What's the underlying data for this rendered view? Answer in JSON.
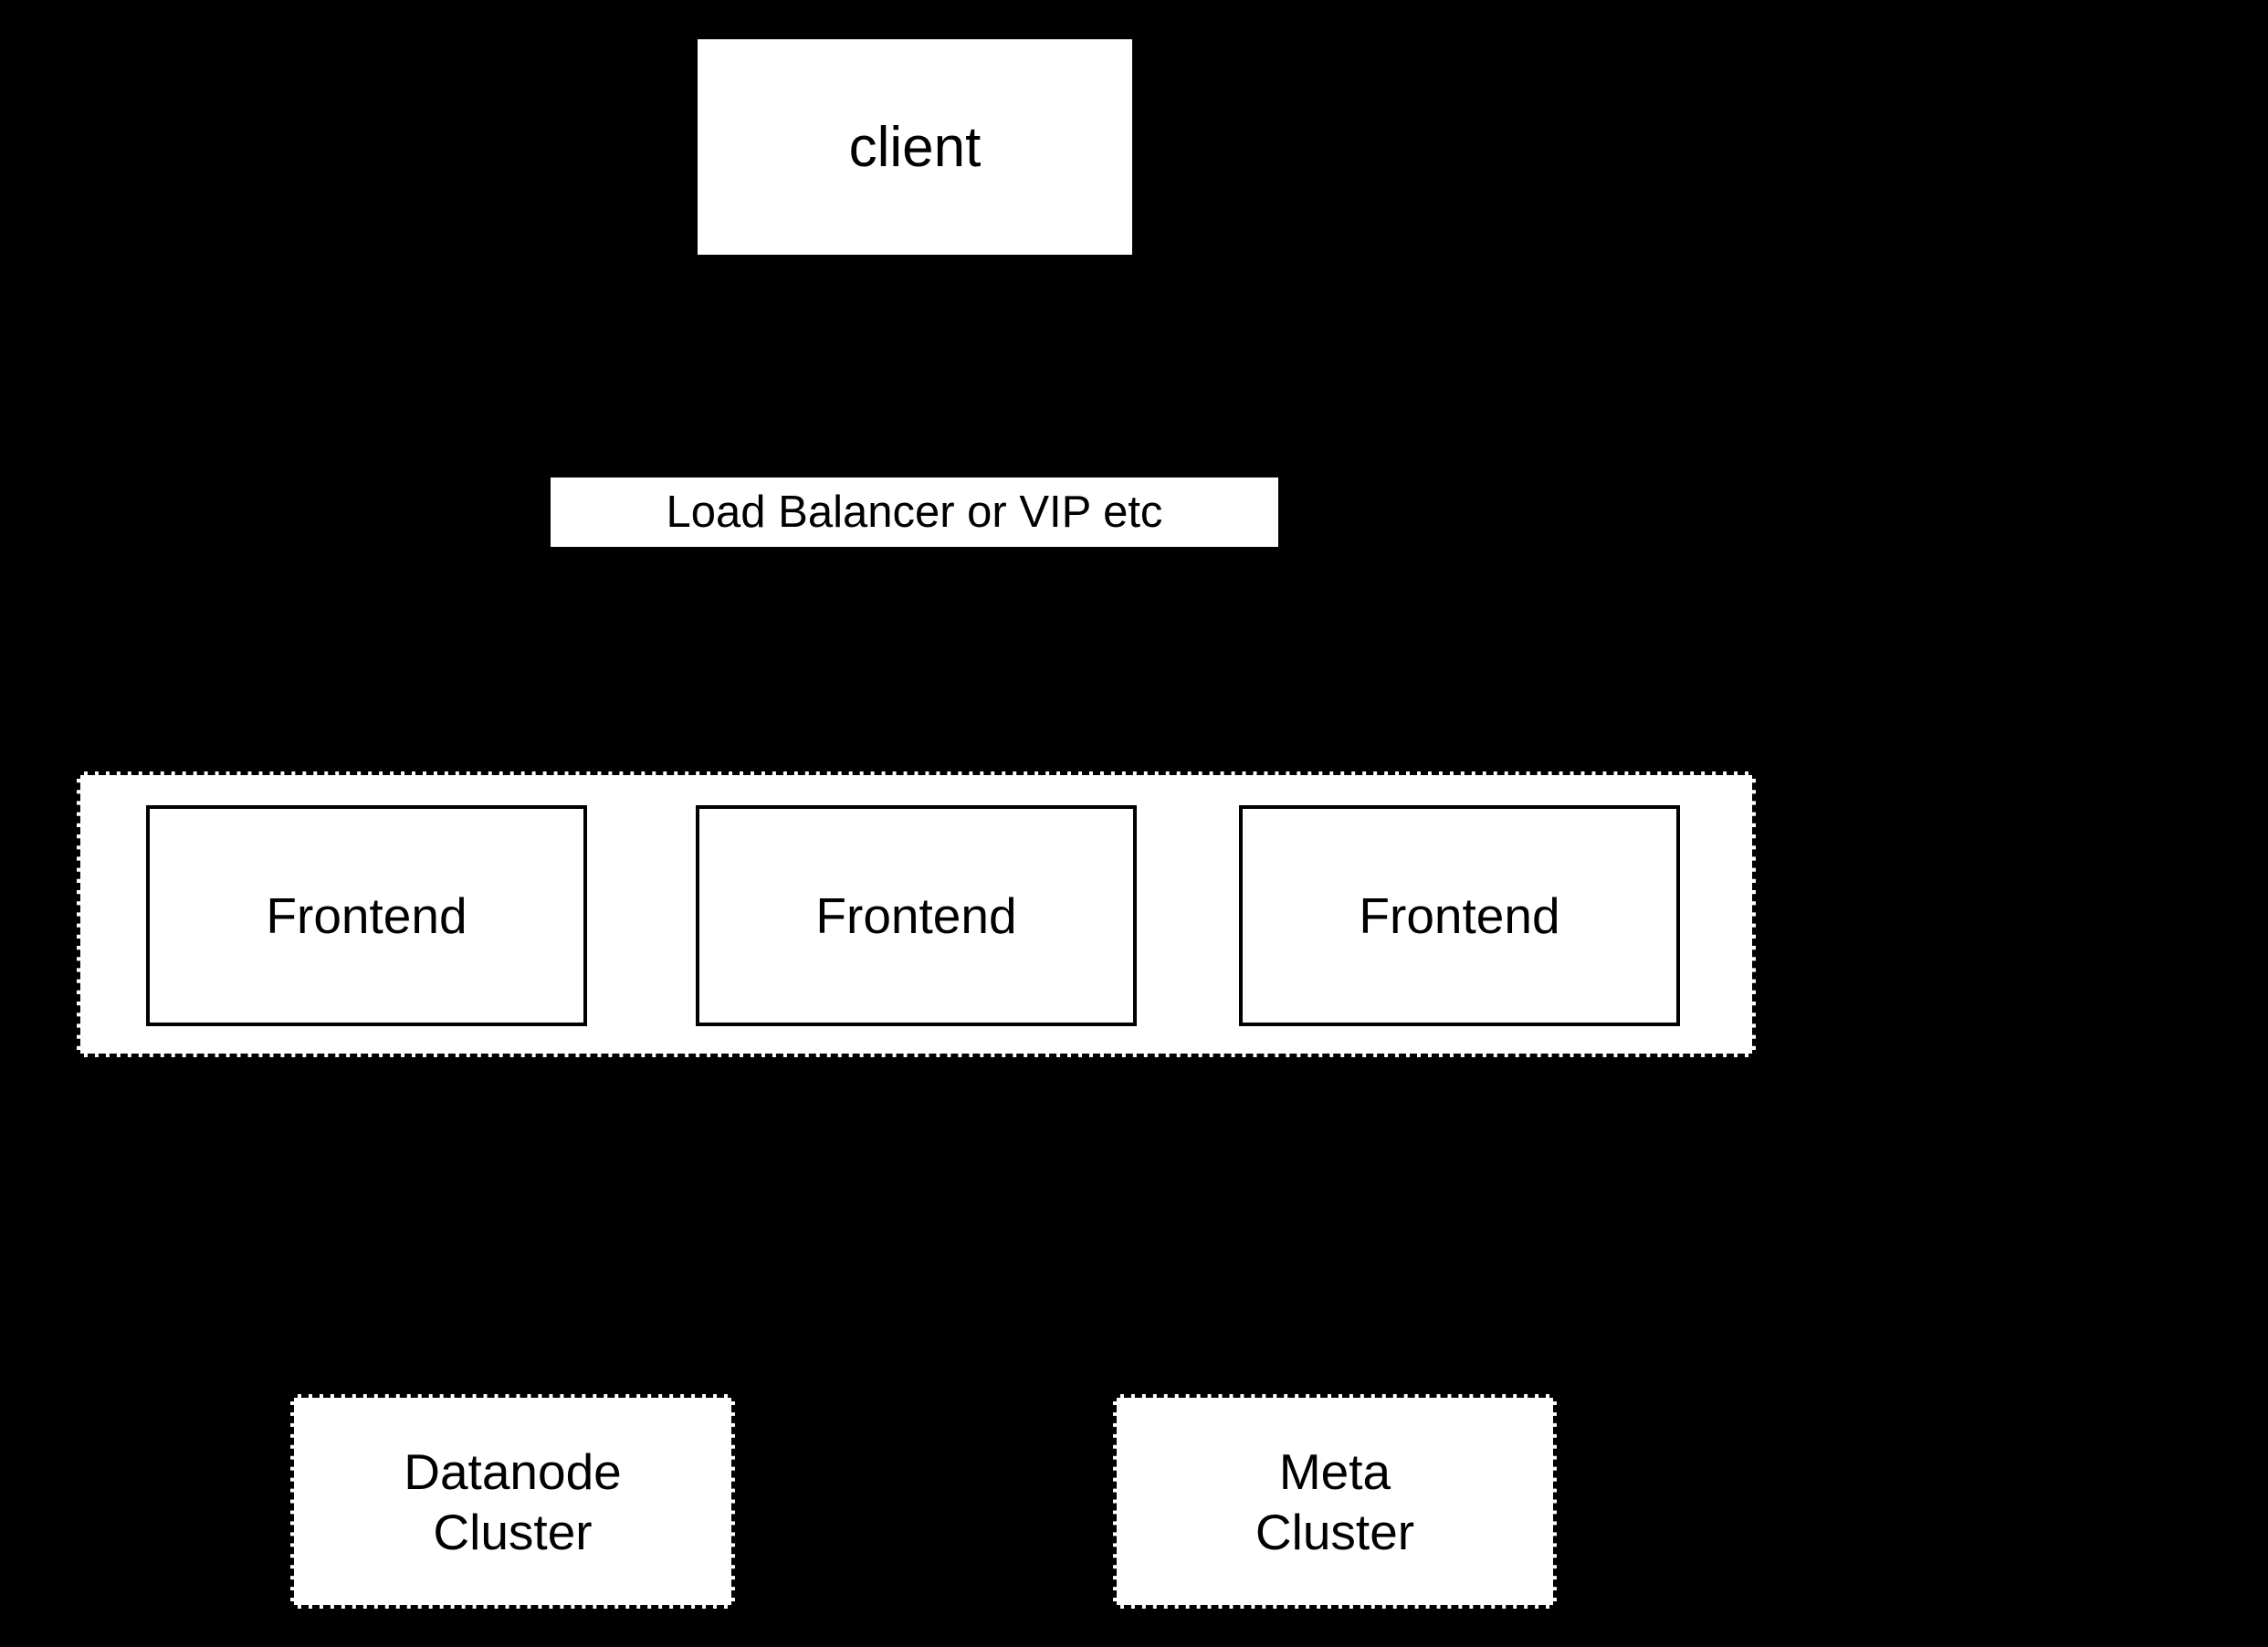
{
  "canvas": {
    "background_color": "#000000",
    "node_fill_color": "#ffffff",
    "node_border_color": "#000000",
    "text_color": "#000000"
  },
  "nodes": {
    "client": {
      "label": "client"
    },
    "load_balancer": {
      "label": "Load Balancer or VIP etc"
    },
    "frontends": [
      {
        "label": "Frontend"
      },
      {
        "label": "Frontend"
      },
      {
        "label": "Frontend"
      }
    ],
    "datanode_cluster": {
      "label": "Datanode\nCluster"
    },
    "meta_cluster": {
      "label": "Meta\nCluster"
    }
  }
}
